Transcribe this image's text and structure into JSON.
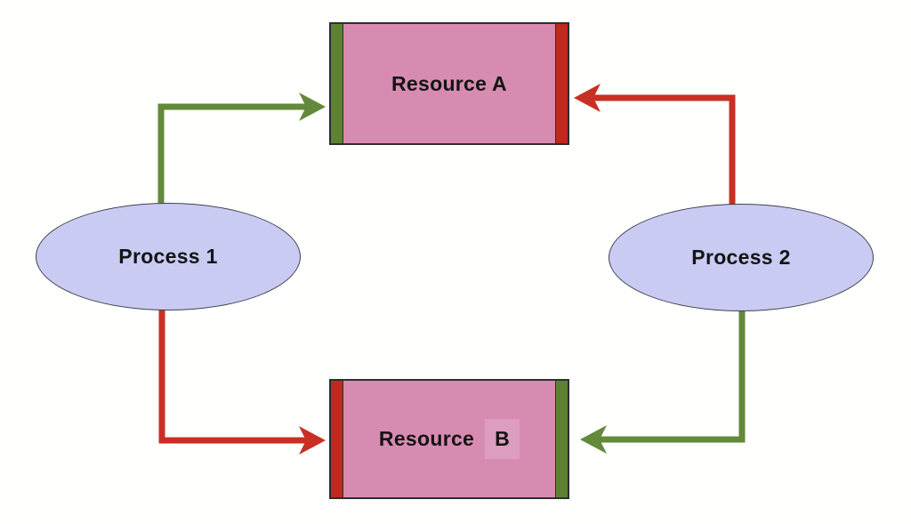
{
  "diagram": {
    "kind": "deadlock-resource-allocation-graph",
    "nodes": {
      "resource_a": {
        "label": "Resource A",
        "shape": "rectangle"
      },
      "resource_b": {
        "label_word": "Resource",
        "label_letter": "B",
        "shape": "rectangle"
      },
      "process_1": {
        "label": "Process 1",
        "shape": "ellipse"
      },
      "process_2": {
        "label": "Process 2",
        "shape": "ellipse"
      }
    },
    "edges": [
      {
        "from": "process_1",
        "to": "resource_a",
        "color_name": "green"
      },
      {
        "from": "process_2",
        "to": "resource_a",
        "color_name": "red"
      },
      {
        "from": "process_1",
        "to": "resource_b",
        "color_name": "red"
      },
      {
        "from": "process_2",
        "to": "resource_b",
        "color_name": "green"
      }
    ]
  },
  "colors": {
    "bg": "#fffffd",
    "green": "#63893a",
    "green-strip": "#5f8230",
    "red": "#c92f22",
    "red-strip": "#c2281c",
    "pink": "#d88bb0",
    "pink-light": "#dd9dc0",
    "lavender": "#cacbf2",
    "outline": "#2b2e33",
    "ellipse-outline": "#3e4150",
    "text": "#141414"
  }
}
